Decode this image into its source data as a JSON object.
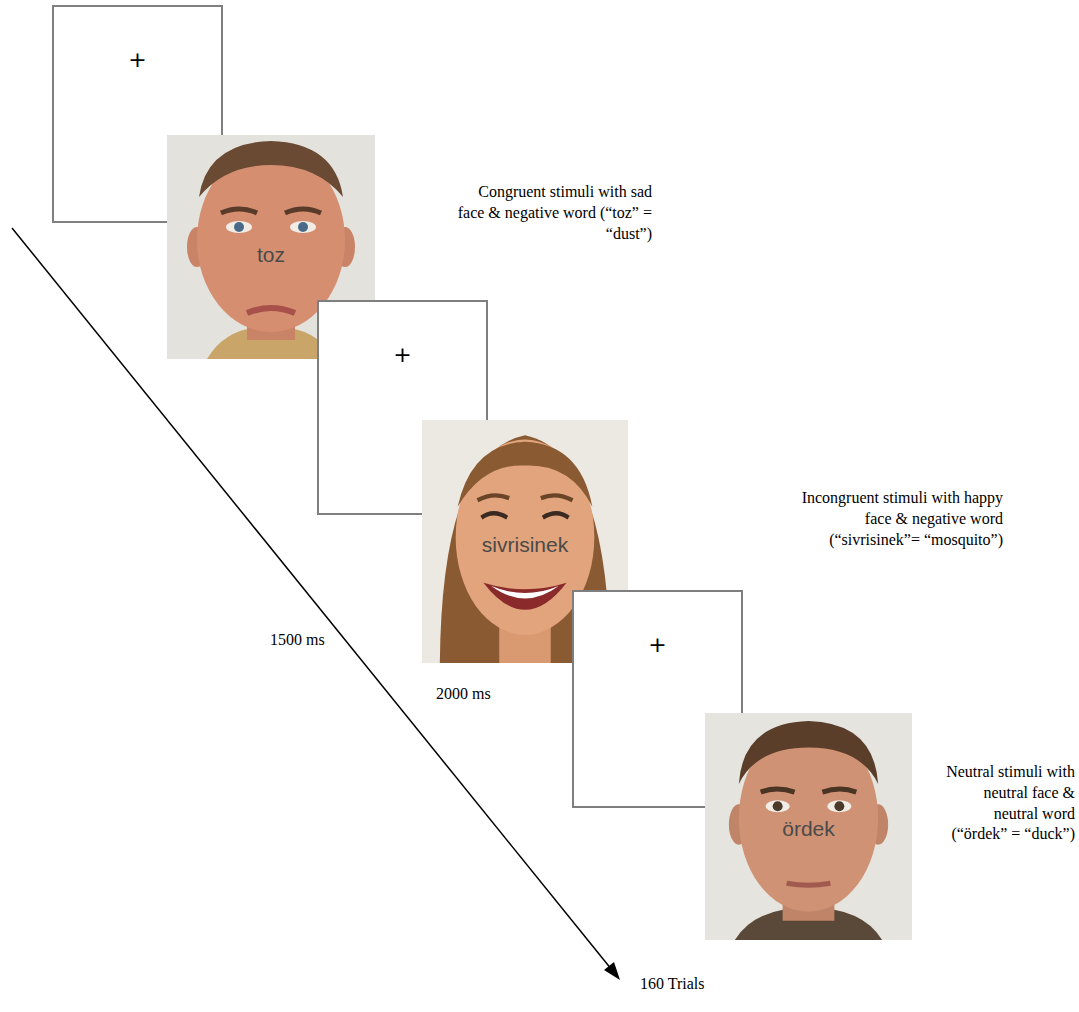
{
  "diagram": {
    "nodes": [
      {
        "text": [
          "+"
        ]
      },
      {
        "text": [
          "toz"
        ]
      },
      {
        "text": [
          "+"
        ]
      },
      {
        "text": [
          "sivrisinek"
        ]
      },
      {
        "text": [
          "+"
        ]
      },
      {
        "text": [
          "ördek"
        ]
      }
    ],
    "edges": [],
    "labels": [
      "Congruent stimuli with sad face & negative word (“toz” = “dust”)",
      "Incongruent stimuli with happy face & negative word (“sivrisinek”= “mosquito”)",
      "Neutral stimuli with neutral face & neutral word (“ördek” = “duck”)",
      "1500 ms",
      "2000 ms",
      "160 Trials"
    ]
  }
}
